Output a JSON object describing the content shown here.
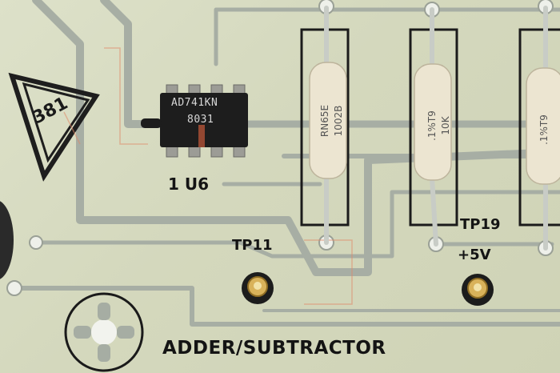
{
  "board": {
    "label": "ADDER/SUBTRACTOR",
    "chip": {
      "line1": "AD741KN",
      "line2": "8031",
      "ref": "1 U6"
    },
    "resistors": [
      {
        "line1": "RN65E",
        "line2": "1002B"
      },
      {
        "line1": ".1%T9",
        "line2": "10K"
      },
      {
        "line1": ".1%T9",
        "line2": ""
      }
    ],
    "test_points": [
      {
        "label": "TP11",
        "sublabel": ""
      },
      {
        "label": "TP19",
        "sublabel": "+5V"
      }
    ],
    "ul_mark": "381"
  },
  "colors": {
    "board": "#d8dcc2",
    "trace": "#a9b0a6",
    "chip": "#1c1c1c",
    "resistor": "#eae3cf",
    "gold": "#c9a34a",
    "silkscreen": "#141414"
  }
}
